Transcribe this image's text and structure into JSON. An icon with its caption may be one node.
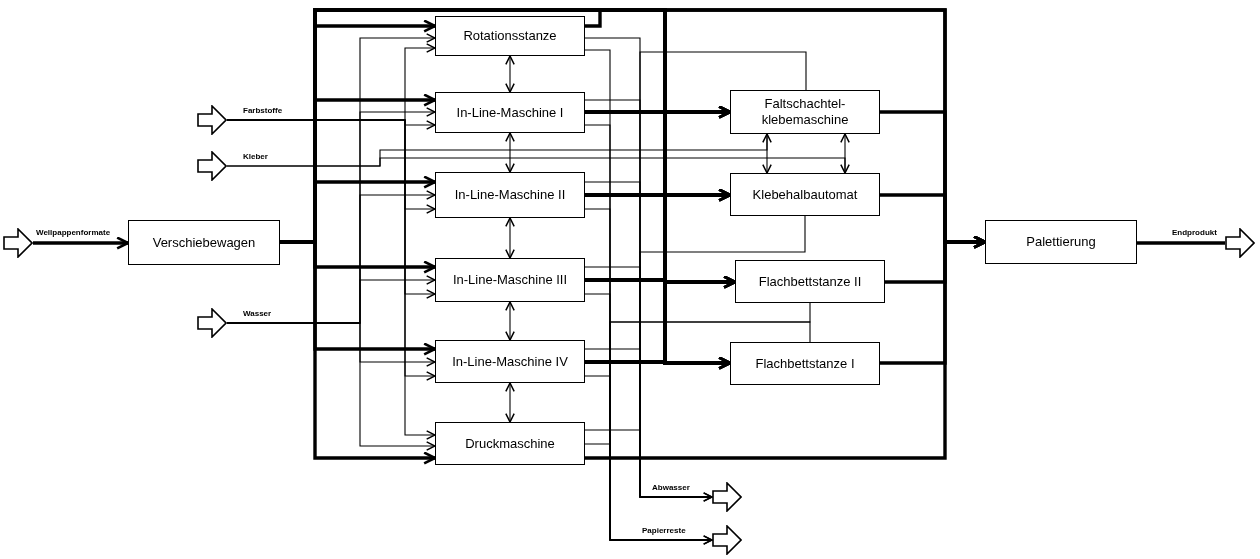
{
  "diagram": {
    "nodes": [
      {
        "text": [],
        "shape": "arrow",
        "beside": [
          "Wellpappenformate"
        ]
      },
      {
        "text": [
          "Verschiebewagen"
        ]
      },
      {
        "text": [],
        "shape": "arrow",
        "beside": [
          "Farbstoffe"
        ]
      },
      {
        "text": [],
        "shape": "arrow",
        "beside": [
          "Kleber"
        ]
      },
      {
        "text": [],
        "shape": "arrow",
        "beside": [
          "Wasser"
        ]
      },
      {
        "text": [
          "Rotationsstanze"
        ]
      },
      {
        "text": [
          "In-Line-Maschine I"
        ]
      },
      {
        "text": [
          "In-Line-Maschine II"
        ]
      },
      {
        "text": [
          "In-Line-Maschine III"
        ]
      },
      {
        "text": [
          "In-Line-Maschine IV"
        ]
      },
      {
        "text": [
          "Druckmaschine"
        ]
      },
      {
        "text": [
          "Faltschachtel- klebemaschine"
        ]
      },
      {
        "text": [
          "Klebehalbautomat"
        ]
      },
      {
        "text": [
          "Flachbettstanze II"
        ]
      },
      {
        "text": [
          "Flachbettstanze I"
        ]
      },
      {
        "text": [
          "Palettierung"
        ]
      },
      {
        "text": [],
        "shape": "arrow",
        "beside": [
          "Endprodukt"
        ]
      },
      {
        "text": [],
        "shape": "arrow",
        "beside": [
          "Abwasser"
        ]
      },
      {
        "text": [],
        "shape": "arrow",
        "beside": [
          "Papierreste"
        ]
      }
    ],
    "edges": [
      {
        "from": 0,
        "to": 1,
        "arrow": "to",
        "style": "thick"
      },
      {
        "from": 1,
        "to": 5,
        "arrow": "to",
        "style": "thick"
      },
      {
        "from": 1,
        "to": 6,
        "arrow": "to",
        "style": "thick"
      },
      {
        "from": 1,
        "to": 7,
        "arrow": "to",
        "style": "thick"
      },
      {
        "from": 1,
        "to": 8,
        "arrow": "to",
        "style": "thick"
      },
      {
        "from": 1,
        "to": 9,
        "arrow": "to",
        "style": "thick"
      },
      {
        "from": 1,
        "to": 10,
        "arrow": "to",
        "style": "thick"
      },
      {
        "from": 1,
        "to": 11,
        "arrow": "to",
        "style": "thick"
      },
      {
        "from": 1,
        "to": 12,
        "arrow": "to",
        "style": "thick"
      },
      {
        "from": 1,
        "to": 13,
        "arrow": "to",
        "style": "thick"
      },
      {
        "from": 1,
        "to": 14,
        "arrow": "to",
        "style": "thick"
      },
      {
        "from": 1,
        "to": 15,
        "arrow": "to",
        "style": "thick"
      },
      {
        "from": 5,
        "to": 15,
        "arrow": "to",
        "style": "thick"
      },
      {
        "from": 6,
        "to": 11,
        "arrow": "to",
        "style": "thick"
      },
      {
        "from": 6,
        "to": 12,
        "arrow": "to",
        "style": "thick"
      },
      {
        "from": 6,
        "to": 13,
        "arrow": "to",
        "style": "thick"
      },
      {
        "from": 6,
        "to": 14,
        "arrow": "to",
        "style": "thick"
      },
      {
        "from": 7,
        "to": 11,
        "arrow": "to",
        "style": "thick"
      },
      {
        "from": 7,
        "to": 12,
        "arrow": "to",
        "style": "thick"
      },
      {
        "from": 7,
        "to": 13,
        "arrow": "to",
        "style": "thick"
      },
      {
        "from": 7,
        "to": 14,
        "arrow": "to",
        "style": "thick"
      },
      {
        "from": 8,
        "to": 11,
        "arrow": "to",
        "style": "thick"
      },
      {
        "from": 8,
        "to": 12,
        "arrow": "to",
        "style": "thick"
      },
      {
        "from": 8,
        "to": 13,
        "arrow": "to",
        "style": "thick"
      },
      {
        "from": 8,
        "to": 14,
        "arrow": "to",
        "style": "thick"
      },
      {
        "from": 9,
        "to": 11,
        "arrow": "to",
        "style": "thick"
      },
      {
        "from": 9,
        "to": 12,
        "arrow": "to",
        "style": "thick"
      },
      {
        "from": 9,
        "to": 13,
        "arrow": "to",
        "style": "thick"
      },
      {
        "from": 9,
        "to": 14,
        "arrow": "to",
        "style": "thick"
      },
      {
        "from": 10,
        "to": 15,
        "arrow": "to",
        "style": "thick"
      },
      {
        "from": 11,
        "to": 15,
        "arrow": "to",
        "style": "thick"
      },
      {
        "from": 12,
        "to": 15,
        "arrow": "to",
        "style": "thick"
      },
      {
        "from": 13,
        "to": 15,
        "arrow": "to",
        "style": "thick"
      },
      {
        "from": 14,
        "to": 15,
        "arrow": "to",
        "style": "thick"
      },
      {
        "from": 5,
        "to": 6,
        "arrow": "both"
      },
      {
        "from": 6,
        "to": 7,
        "arrow": "both"
      },
      {
        "from": 7,
        "to": 8,
        "arrow": "both"
      },
      {
        "from": 8,
        "to": 9,
        "arrow": "both"
      },
      {
        "from": 9,
        "to": 10,
        "arrow": "both"
      },
      {
        "from": 11,
        "to": 12,
        "arrow": "both"
      },
      {
        "from": 11,
        "to": 12,
        "arrow": "both"
      },
      {
        "from": 2,
        "to": 5,
        "arrow": "to"
      },
      {
        "from": 2,
        "to": 6,
        "arrow": "to"
      },
      {
        "from": 2,
        "to": 7,
        "arrow": "to"
      },
      {
        "from": 2,
        "to": 8,
        "arrow": "to"
      },
      {
        "from": 2,
        "to": 9,
        "arrow": "to"
      },
      {
        "from": 2,
        "to": 10,
        "arrow": "to"
      },
      {
        "from": 4,
        "to": 5,
        "arrow": "to"
      },
      {
        "from": 4,
        "to": 6,
        "arrow": "to"
      },
      {
        "from": 4,
        "to": 7,
        "arrow": "to"
      },
      {
        "from": 4,
        "to": 8,
        "arrow": "to"
      },
      {
        "from": 4,
        "to": 9,
        "arrow": "to"
      },
      {
        "from": 4,
        "to": 10,
        "arrow": "to"
      },
      {
        "from": 3,
        "to": 11,
        "arrow": "none"
      },
      {
        "from": 3,
        "to": 12,
        "arrow": "none"
      },
      {
        "from": 5,
        "to": 17,
        "arrow": "none"
      },
      {
        "from": 6,
        "to": 17,
        "arrow": "none"
      },
      {
        "from": 7,
        "to": 17,
        "arrow": "none"
      },
      {
        "from": 8,
        "to": 17,
        "arrow": "none"
      },
      {
        "from": 9,
        "to": 17,
        "arrow": "none"
      },
      {
        "from": 10,
        "to": 17,
        "arrow": "none"
      },
      {
        "from": 5,
        "to": 18,
        "arrow": "none"
      },
      {
        "from": 6,
        "to": 18,
        "arrow": "none"
      },
      {
        "from": 7,
        "to": 18,
        "arrow": "none"
      },
      {
        "from": 8,
        "to": 18,
        "arrow": "none"
      },
      {
        "from": 9,
        "to": 18,
        "arrow": "none"
      },
      {
        "from": 10,
        "to": 18,
        "arrow": "none"
      },
      {
        "from": 11,
        "to": 17,
        "arrow": "to"
      },
      {
        "from": 12,
        "to": 17,
        "arrow": "to"
      },
      {
        "from": 13,
        "to": 18,
        "arrow": "to"
      },
      {
        "from": 14,
        "to": 18,
        "arrow": "to"
      },
      {
        "from": 15,
        "to": 16,
        "arrow": "none",
        "style": "thick"
      }
    ]
  }
}
